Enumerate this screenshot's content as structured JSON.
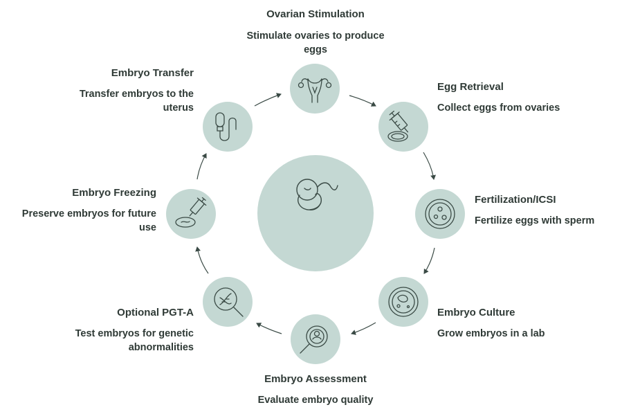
{
  "colors": {
    "node_fill": "#c4d8d3",
    "icon_stroke": "#3a4a45",
    "arrow": "#3a4a45",
    "text": "#2f3a36"
  },
  "center": {
    "icon": "fetus-icon"
  },
  "steps": [
    {
      "title": "Ovarian Stimulation",
      "description": "Stimulate ovaries to produce eggs",
      "icon": "uterus-icon"
    },
    {
      "title": "Egg Retrieval",
      "description": "Collect eggs from ovaries",
      "icon": "syringe-icon"
    },
    {
      "title": "Fertilization/ICSI",
      "description": "Fertilize eggs with sperm",
      "icon": "petri-dish-icon"
    },
    {
      "title": "Embryo Culture",
      "description": "Grow embryos in a lab",
      "icon": "petri-dish-culture-icon"
    },
    {
      "title": "Embryo Assessment",
      "description": "Evaluate embryo quality",
      "icon": "magnifier-embryo-icon"
    },
    {
      "title": "Optional PGT-A",
      "description": "Test embryos for genetic abnormalities",
      "icon": "magnifier-dna-icon"
    },
    {
      "title": "Embryo Freezing",
      "description": "Preserve embryos for future use",
      "icon": "syringe-dish-icon"
    },
    {
      "title": "Embryo Transfer",
      "description": "Transfer embryos to the uterus",
      "icon": "catheter-icon"
    }
  ]
}
